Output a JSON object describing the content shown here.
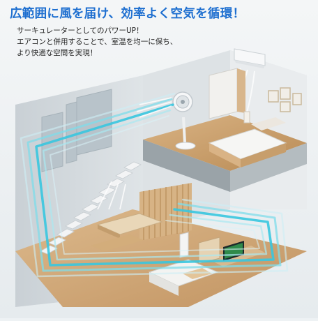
{
  "headline": "広範囲に風を届け、効率よく空気を循環！",
  "body_lines": [
    "サーキュレーターとしてのパワーUP！",
    "エアコンと併用することで、室温を均一に保ち、",
    "より快適な空間を実現！"
  ],
  "colors": {
    "headline": "#1e6fd0",
    "airflow": "#38c6df",
    "wall": "#d4dade",
    "floor": "#c9a06b"
  }
}
